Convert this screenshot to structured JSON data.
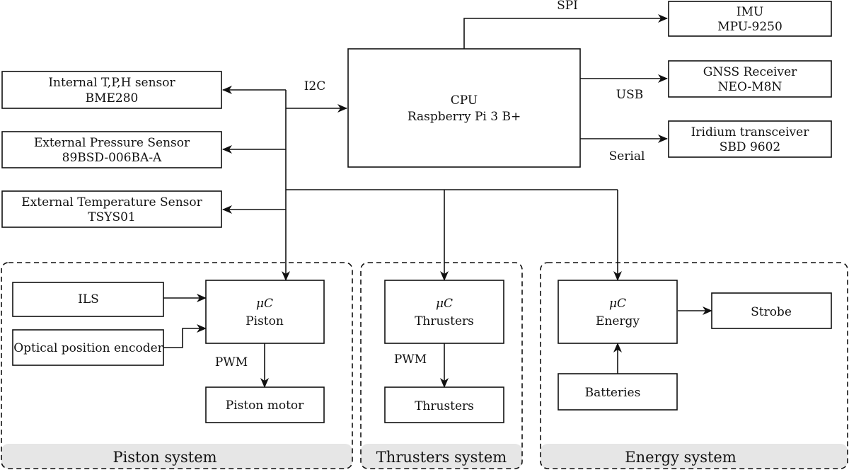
{
  "boxes": {
    "imu": {
      "line1": "IMU",
      "line2": "MPU-9250"
    },
    "gnss": {
      "line1": "GNSS Receiver",
      "line2": "NEO-M8N"
    },
    "iridium": {
      "line1": "Iridium transceiver",
      "line2": "SBD 9602"
    },
    "cpu": {
      "line1": "CPU",
      "line2": "Raspberry Pi 3 B+"
    },
    "bme": {
      "line1": "Internal T,P,H sensor",
      "line2": "BME280"
    },
    "pressure": {
      "line1": "External Pressure Sensor",
      "line2": "89BSD-006BA-A"
    },
    "temperature": {
      "line1": "External Temperature Sensor",
      "line2": "TSYS01"
    },
    "ils": {
      "label": "ILS"
    },
    "encoder": {
      "label": "Optical position encoder"
    },
    "uc_piston": {
      "line1": "μC",
      "line2": "Piston"
    },
    "piston_motor": {
      "label": "Piston motor"
    },
    "uc_thrusters": {
      "line1": "μC",
      "line2": "Thrusters"
    },
    "thrusters": {
      "label": "Thrusters"
    },
    "uc_energy": {
      "line1": "μC",
      "line2": "Energy"
    },
    "strobe": {
      "label": "Strobe"
    },
    "batteries": {
      "label": "Batteries"
    }
  },
  "links": {
    "spi": "SPI",
    "i2c": "I2C",
    "usb": "USB",
    "serial": "Serial",
    "pwm_piston": "PWM",
    "pwm_thrusters": "PWM"
  },
  "groups": {
    "piston": "Piston system",
    "thrusters": "Thrusters system",
    "energy": "Energy system"
  }
}
